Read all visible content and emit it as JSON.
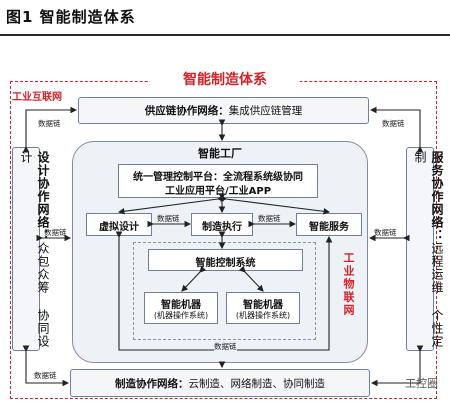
{
  "figure_title": "图1   智能制造体系",
  "main_title": "智能制造体系",
  "industrial_internet": "工业互联网",
  "industrial_iot": "工业物联网",
  "supply_chain": {
    "title": "供应链协作网络：",
    "desc": "集成供应链管理"
  },
  "design_network": {
    "title": "设计协作网络：",
    "desc": "众包众筹 协同设计"
  },
  "service_network": {
    "title": "服务协作网络：",
    "desc": "远程运维 个性定制"
  },
  "manufacturing_network": {
    "title": "制造协作网络：",
    "desc": "云制造、网络制造、协同制造"
  },
  "smart_factory": "智能工厂",
  "platform": {
    "line1": "统一管理控制平台：全流程系统级协同",
    "line2": "工业应用平台/工业APP"
  },
  "virtual_design": "虚拟设计",
  "manufacturing_execution": "制造执行",
  "smart_service": "智能服务",
  "control_system": "智能控制系统",
  "machine1": {
    "title": "智能机器",
    "sub": "(机器操作系统)"
  },
  "machine2": {
    "title": "智能机器",
    "sub": "(机器操作系统)"
  },
  "data_link": "数据链",
  "watermark": "工控圈",
  "colors": {
    "accent": "#d0232a",
    "box_border": "#6f7f98",
    "box_fill": "#f4f6fa"
  }
}
